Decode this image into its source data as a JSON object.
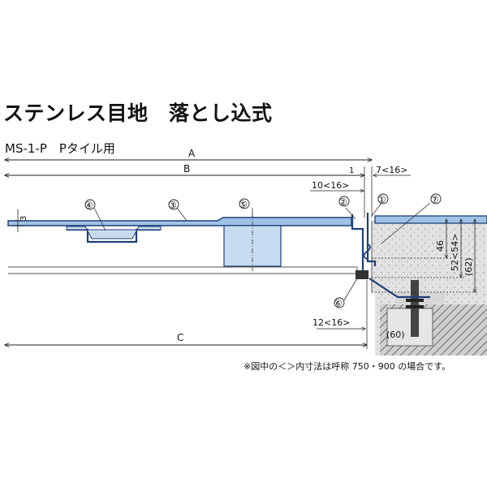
{
  "title": "ステンレス目地　落とし込式",
  "subtitle": "MS-1-P　Pタイル用",
  "note": "※図中の＜＞内寸法は呼称 750・900 の場合です。",
  "dimensions": {
    "A": "A",
    "B": "B",
    "C": "C",
    "d1": "1",
    "d7": "7<16>",
    "d10": "10<16>",
    "d3": "3",
    "d46": "46",
    "d52": "52<54>",
    "d62": "(62)",
    "d12": "12<16>",
    "d60": "(60)"
  },
  "parts": [
    "①",
    "②",
    "③",
    "④",
    "⑤",
    "⑥",
    "⑦"
  ],
  "colors": {
    "plate_blue": "#9fc3e6",
    "plate_edge": "#1f3f78",
    "concrete": "#e3e3e3",
    "anchor_dark": "#444444"
  }
}
